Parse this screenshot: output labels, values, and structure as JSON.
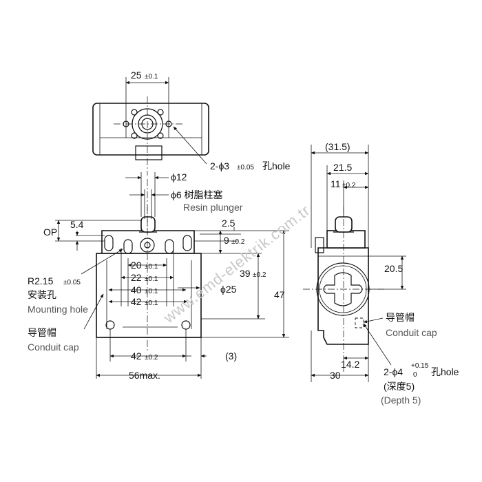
{
  "top_view": {
    "width_dim": "25",
    "width_tol": "±0.1",
    "hole_callout": "2-ϕ3",
    "hole_tol": "±0.05",
    "hole_suffix": "孔hole"
  },
  "front_view": {
    "phi12": "ϕ12",
    "phi6": "ϕ6 树脂柱塞",
    "resin_plunger": "Resin plunger",
    "op": "OP",
    "dim_5_4": "5.4",
    "dim_2_5": "2.5",
    "dim_9": "9",
    "dim_9_tol": "±0.2",
    "dim_20": "20",
    "dim_22": "22",
    "dim_40": "40",
    "dim_42_inner": "42",
    "tol_01": "±0.1",
    "dim_39": "39",
    "dim_39_tol": "±0.2",
    "phi25": "ϕ25",
    "dim_47": "47",
    "r215": "R2.15",
    "r215_tol": "±0.05",
    "mounting_cn": "安装孔",
    "mounting_en": "Mounting hole",
    "conduit_cn": "导管帽",
    "conduit_en": "Conduit cap",
    "dim_42_bottom": "42",
    "dim_42_bottom_tol": "±0.2",
    "dim_3": "(3)",
    "dim_56": "56max."
  },
  "side_view": {
    "dim_31_5": "(31.5)",
    "dim_21_5": "21.5",
    "dim_11": "11",
    "dim_11_tol": "±0.2",
    "dim_20_5": "20.5",
    "conduit_cn": "导管帽",
    "conduit_en": "Conduit cap",
    "dim_14_2": "14.2",
    "dim_30": "30",
    "hole_prefix": "2-ϕ4",
    "hole_sup": "+0.15",
    "hole_sub": "0",
    "hole_suffix": "孔hole",
    "depth_cn": "(深度5)",
    "depth_en": "(Depth 5)"
  },
  "watermark": "www.emd-elektrik.com.tr"
}
